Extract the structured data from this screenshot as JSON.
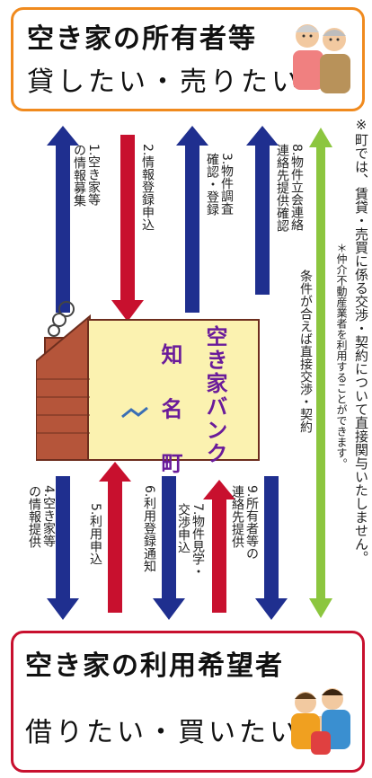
{
  "owner": {
    "title": "空き家の所有者等",
    "subtitle": "貸したい・売りたい"
  },
  "user": {
    "title": "空き家の利用希望者",
    "subtitle": "借りたい・買いたい"
  },
  "bank": {
    "town": "知 名 町",
    "name": "空き家バンク"
  },
  "owner_steps": [
    {
      "id": 1,
      "lines": [
        "1.空き家等",
        "の情報募集"
      ],
      "direction": "to-owner",
      "color": "#1f2f8f"
    },
    {
      "id": 2,
      "lines": [
        "2.情報登録申込"
      ],
      "direction": "to-bank",
      "color": "#c8102e"
    },
    {
      "id": 3,
      "lines": [
        "3.物件調査",
        "確認・登録"
      ],
      "direction": "to-owner",
      "color": "#1f2f8f"
    },
    {
      "id": 8,
      "lines": [
        "8.物件立会連絡",
        "連絡先提供確認"
      ],
      "direction": "to-owner",
      "color": "#1f2f8f"
    }
  ],
  "user_steps": [
    {
      "id": 4,
      "lines": [
        "4.空き家等",
        "の情報提供"
      ],
      "direction": "to-user",
      "color": "#1f2f8f"
    },
    {
      "id": 5,
      "lines": [
        "5.利用申込"
      ],
      "direction": "to-bank",
      "color": "#c8102e"
    },
    {
      "id": 6,
      "lines": [
        "6.利用登録通知"
      ],
      "direction": "to-user",
      "color": "#1f2f8f"
    },
    {
      "id": 7,
      "lines": [
        "7.物件見学・",
        "交渉申込"
      ],
      "direction": "to-bank",
      "color": "#c8102e"
    },
    {
      "id": 9,
      "lines": [
        "9.所有者等の",
        "連絡先提供"
      ],
      "direction": "to-user",
      "color": "#1f2f8f"
    }
  ],
  "contract_note": "条件が合えば直接交渉・契約",
  "agent_note": "＊仲介不動産業者を利用することができます。",
  "footer_note": "※町では、賃貸・売買に係る交渉・契約について直接関与いたしません。",
  "colors": {
    "owner_border": "#f08a1e",
    "user_border": "#c8102e",
    "bank_text": "#6a1b9a",
    "contract_arrow": "#8cc63f"
  }
}
